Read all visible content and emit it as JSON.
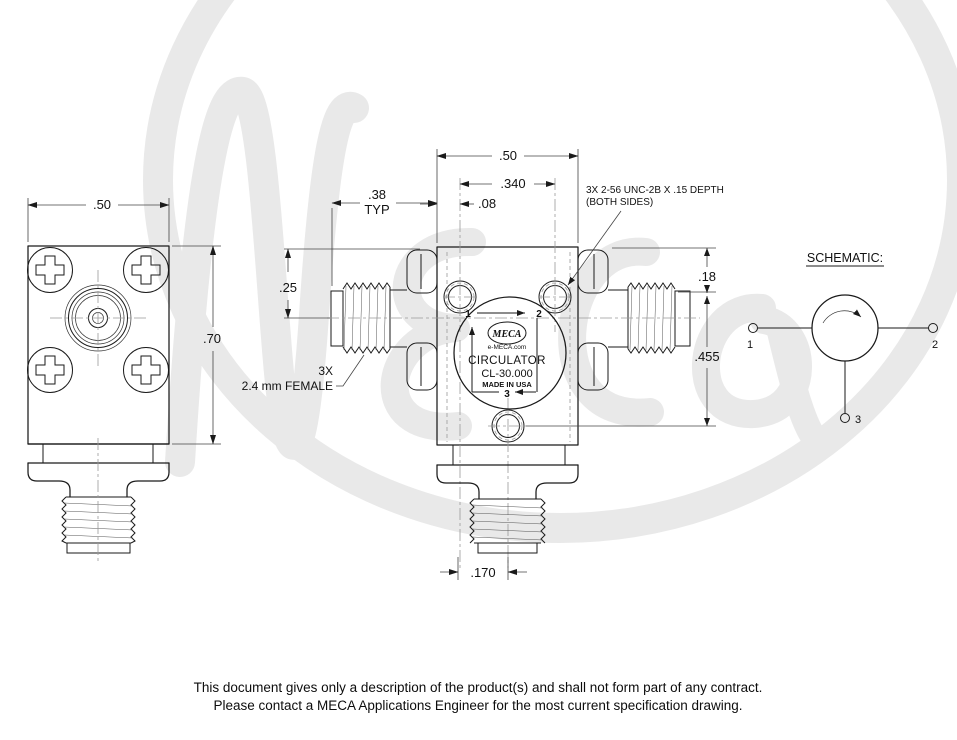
{
  "dimensions": {
    "side_width": ".50",
    "side_height": ".70",
    "front_width": ".50",
    "hole_spacing": ".340",
    "hole_offset": ".08",
    "flange_length": ".38",
    "flange_typ": "TYP",
    "center_height": ".25",
    "top_offset": ".18",
    "hole_drop": ".455",
    "port_offset": ".170"
  },
  "notes": {
    "thread_note_line1": "3X 2-56 UNC-2B X .15 DEPTH",
    "thread_note_line2": "(BOTH SIDES)",
    "connector_qty": "3X",
    "connector_type": "2.4 mm FEMALE"
  },
  "label": {
    "logo": "MECA",
    "website": "e-MECA.com",
    "product": "CIRCULATOR",
    "model": "CL-30.000",
    "origin": "MADE IN USA",
    "port1": "1",
    "port2": "2",
    "port3": "3"
  },
  "schematic": {
    "title": "SCHEMATIC:",
    "port1": "1",
    "port2": "2",
    "port3": "3"
  },
  "footer": {
    "line1": "This document gives only a description of the product(s) and shall not form part of any contract.",
    "line2": "Please contact a MECA Applications Engineer for the most current specification drawing."
  },
  "colors": {
    "line": "#1a1a1a",
    "centerline": "#999999",
    "watermark": "#e9e9e9",
    "background": "#ffffff"
  }
}
